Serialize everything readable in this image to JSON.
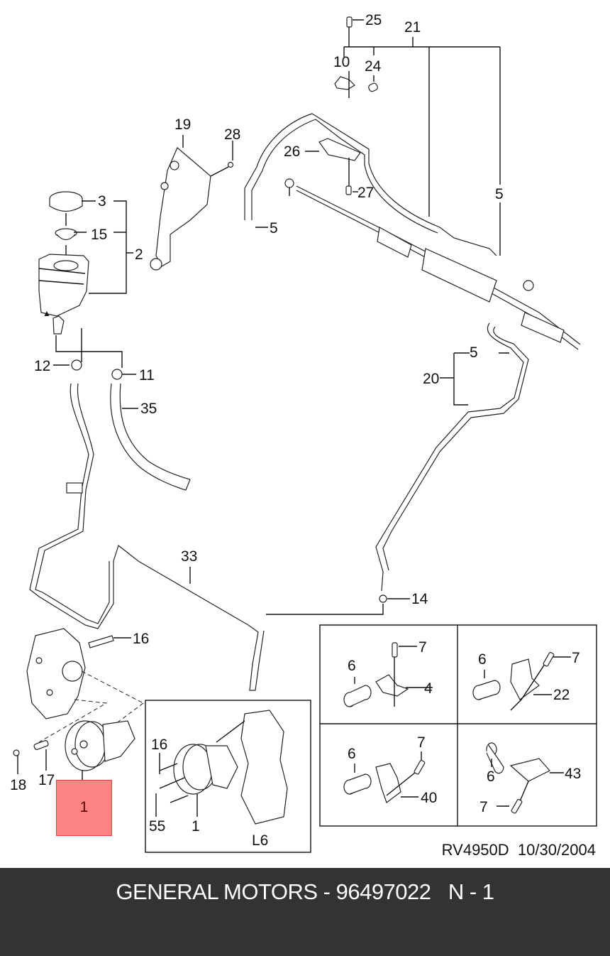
{
  "diagram": {
    "title": "Power steering system parts diagram",
    "reference_code": "RV4950D",
    "date": "10/30/2004",
    "stamp": "RV4950D  10/30/2004",
    "highlight_color": "#ff8585",
    "highlighted_callout": "1",
    "callouts": {
      "c25": "25",
      "c21": "21",
      "c10": "10",
      "c24": "24",
      "c19": "19",
      "c28": "28",
      "c26": "26",
      "c27": "27",
      "c5a": "5",
      "c5b": "5",
      "c5c": "5",
      "c3": "3",
      "c15": "15",
      "c2": "2",
      "c12": "12",
      "c11": "11",
      "c35": "35",
      "c20": "20",
      "c33": "33",
      "c14": "14",
      "c16": "16",
      "c18": "18",
      "c17": "17",
      "c1": "1"
    },
    "inset_l6": {
      "label": "L6",
      "callouts": {
        "c16": "16",
        "c55": "55",
        "c1": "1"
      }
    },
    "clip_variants": [
      {
        "callouts": {
          "sleeve": "6",
          "bolt": "7",
          "clip": "4"
        }
      },
      {
        "callouts": {
          "sleeve": "6",
          "bolt": "7",
          "clip": "22"
        }
      },
      {
        "callouts": {
          "sleeve": "6",
          "bolt": "7",
          "clip": "40"
        }
      },
      {
        "callouts": {
          "sleeve": "6",
          "bolt": "7",
          "clip": "43"
        }
      }
    ]
  },
  "footer": {
    "manufacturer": "GENERAL MOTORS",
    "part_number": "96497022",
    "position": "N - 1",
    "text": "GENERAL MOTORS - 96497022   N - 1",
    "background": "#333333",
    "text_color": "#ffffff"
  }
}
